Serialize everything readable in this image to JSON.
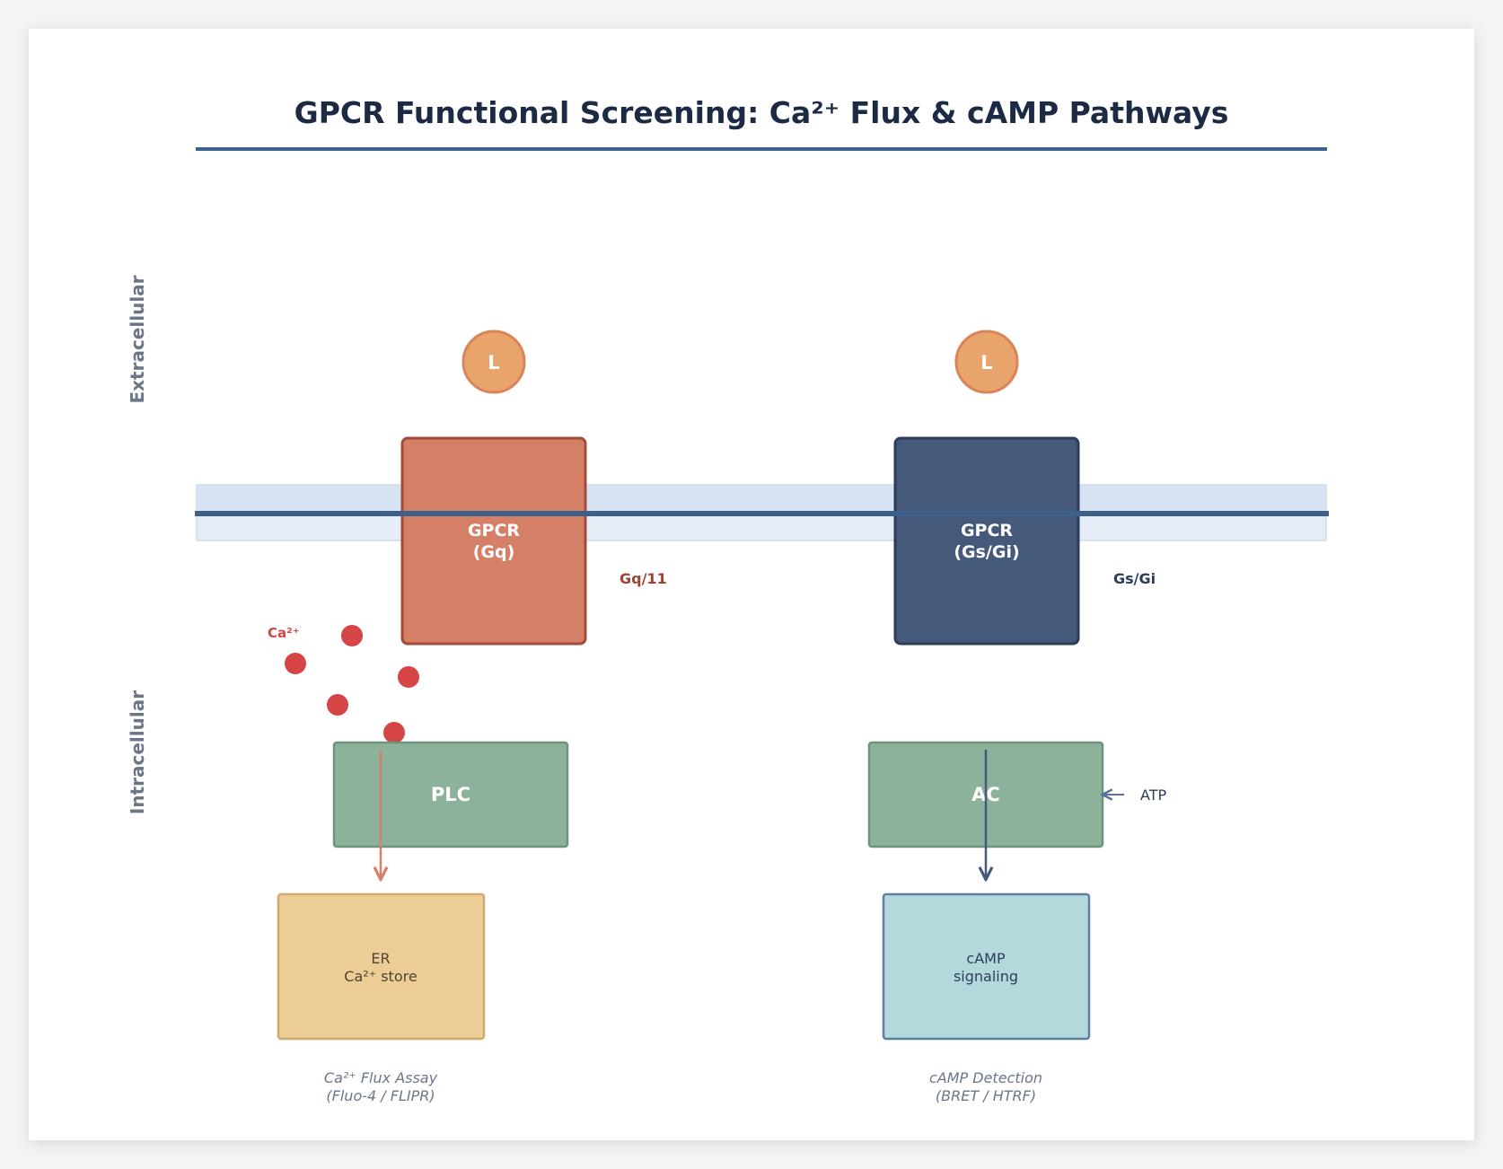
{
  "title": "GPCR Functional Screening: Ca²⁺ Flux & cAMP Pathways",
  "regions": {
    "extracellular": "Extracellular",
    "intracellular": "Intracellular"
  },
  "pathway_gq": {
    "ligand": "L",
    "receptor_line1": "GPCR",
    "receptor_line2": "(Gq)",
    "g_protein": "Gq/11",
    "ion_label": "Ca²⁺",
    "effector": "PLC",
    "store_line1": "ER",
    "store_line2": "Ca²⁺ store",
    "assay_line1": "Ca²⁺ Flux Assay",
    "assay_line2": "(Fluo-4 / FLIPR)"
  },
  "pathway_gs": {
    "ligand": "L",
    "receptor_line1": "GPCR",
    "receptor_line2": "(Gs/Gi)",
    "g_protein": "Gs/Gi",
    "effector": "AC",
    "substrate": "ATP",
    "output_line1": "cAMP",
    "output_line2": "signaling",
    "assay_line1": "cAMP Detection",
    "assay_line2": "(BRET / HTRF)"
  },
  "colors": {
    "title": "#1c2a44",
    "rule": "#3d5f8c",
    "membrane_band": "#d6e3f2",
    "membrane_line": "#3d5f8c",
    "ligand_fill": "#e8a46b",
    "ligand_stroke": "#d9845a",
    "gq_receptor": "#d47f66",
    "gq_receptor_stroke": "#a34a39",
    "gs_receptor": "#45597b",
    "gs_receptor_stroke": "#2c3c5a",
    "effector": "#8db29b",
    "effector_stroke": "#6c937b",
    "er_store": "#eccd95",
    "er_store_stroke": "#d3a86e",
    "camp_box": "#b4d9dc",
    "camp_box_stroke": "#5c7fa2",
    "calcium": "#d64545",
    "gq_label": "#9c4331",
    "gs_label": "#2c3c5a",
    "muted": "#6b7788"
  },
  "icons": {
    "ligand": "ligand-circle-icon",
    "calcium": "calcium-ion-dot-icon",
    "arrow": "arrow-icon"
  }
}
